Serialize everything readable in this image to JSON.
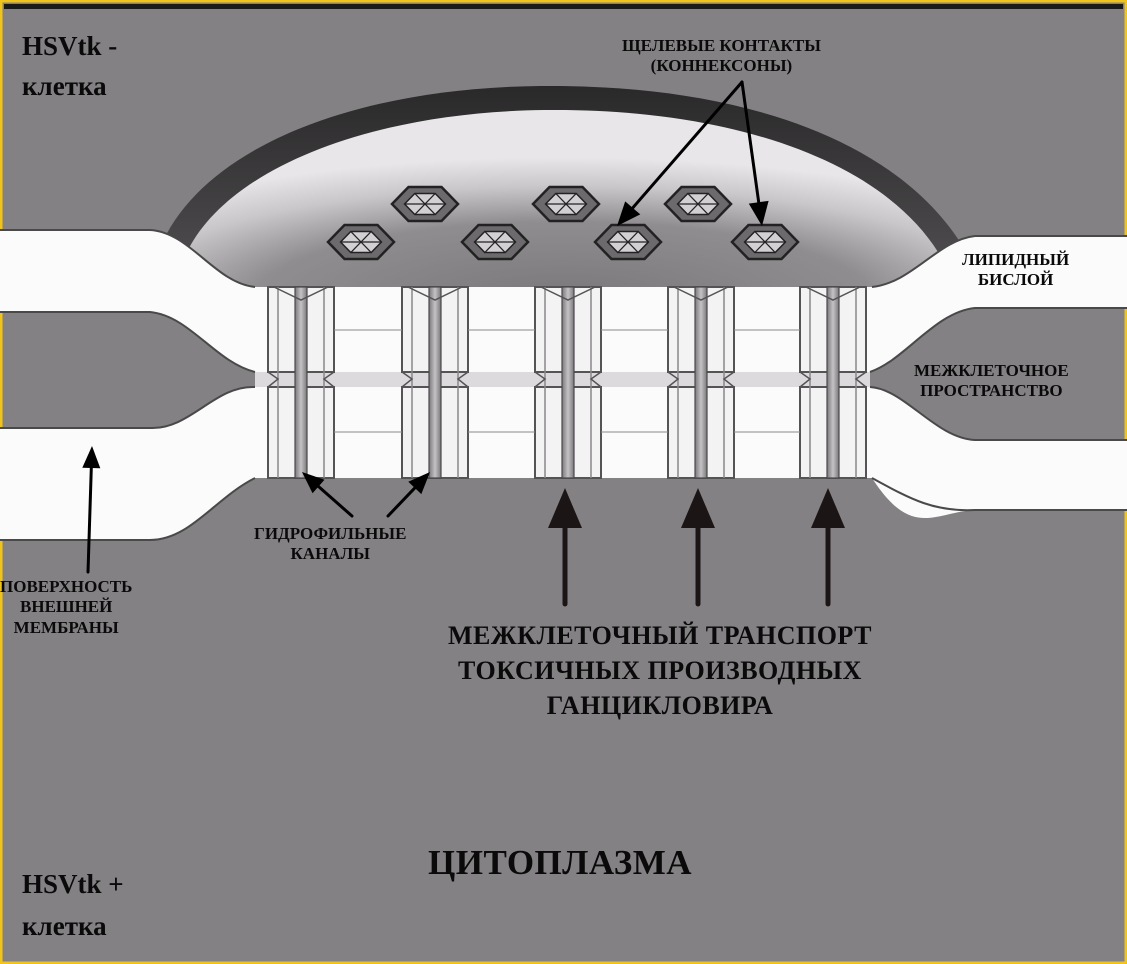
{
  "colors": {
    "frame": "#f0c418",
    "background": "#848184",
    "membrane": "#fbfbfb",
    "dome_dark": "#2e2d2e",
    "connexon": "#6c6a6c",
    "channel": "#9a989a",
    "text": "#0a0a0a"
  },
  "labels": {
    "cell_minus": [
      "HSVtk -",
      "клетка"
    ],
    "cell_plus": [
      "HSVtk +",
      "клетка"
    ],
    "gap_junctions": [
      "ЩЕЛЕВЫЕ КОНТАКТЫ",
      "(КОННЕКСОНЫ)"
    ],
    "lipid_bilayer": [
      "ЛИПИДНЫЙ",
      "БИСЛОЙ"
    ],
    "intercellular_space": [
      "МЕЖКЛЕТОЧНОЕ",
      "ПРОСТРАНСТВО"
    ],
    "hydrophilic_channels": [
      "ГИДРОФИЛЬНЫЕ",
      "КАНАЛЫ"
    ],
    "outer_membrane_surface": [
      "ПОВЕРХНОСТЬ",
      "ВНЕШНЕЙ",
      "МЕМБРАНЫ"
    ],
    "transport": [
      "МЕЖКЛЕТОЧНЫЙ ТРАНСПОРТ",
      "ТОКСИЧНЫХ ПРОИЗВОДНЫХ",
      "ГАНЦИКЛОВИРА"
    ],
    "cytoplasm": "ЦИТОПЛАЗМА"
  }
}
